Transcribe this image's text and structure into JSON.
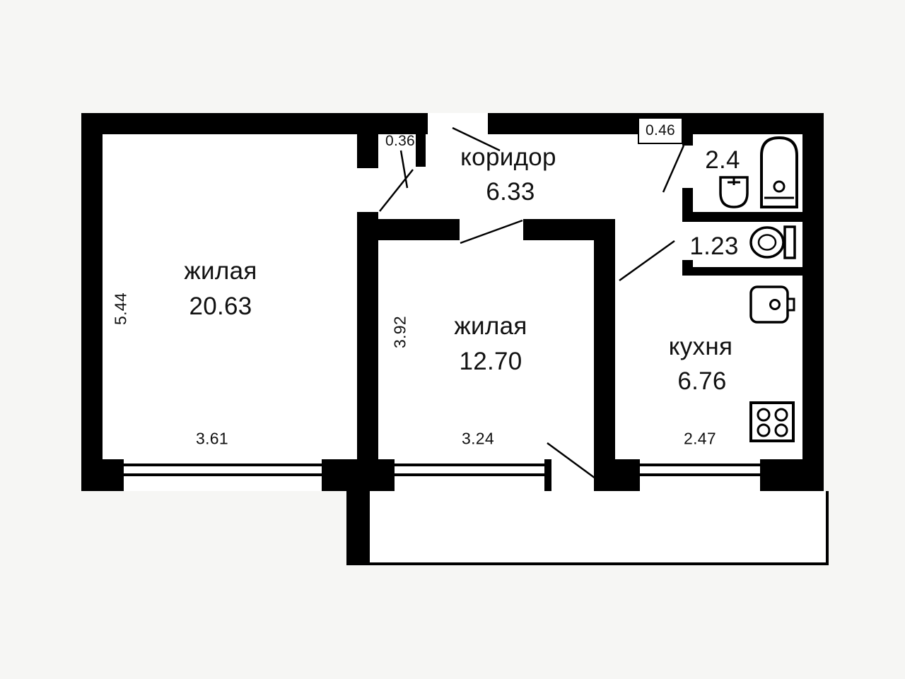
{
  "canvas": {
    "background": "#f6f6f4",
    "wall_color": "#000000",
    "floor_color": "#ffffff",
    "line_color": "#000000",
    "text_color": "#111111"
  },
  "rooms": {
    "living1": {
      "name": "жилая",
      "area": "20.63"
    },
    "corridor": {
      "name": "коридор",
      "area": "6.33"
    },
    "living2": {
      "name": "жилая",
      "area": "12.70"
    },
    "kitchen": {
      "name": "кухня",
      "area": "6.76"
    },
    "bathroom": {
      "area": "2.4"
    },
    "toilet": {
      "area": "1.23"
    }
  },
  "dimensions": {
    "living1_depth": "5.44",
    "living1_width": "3.61",
    "hall_nook": "0.36",
    "niche": "0.46",
    "living2_depth": "3.92",
    "living2_width": "3.24",
    "kitchen_width": "2.47"
  },
  "icons": {
    "bathtub": "bathtub-icon",
    "washbasin": "washbasin-icon",
    "toilet": "toilet-icon",
    "kitchen_sink": "kitchen-sink-icon",
    "stove": "stove-icon"
  }
}
